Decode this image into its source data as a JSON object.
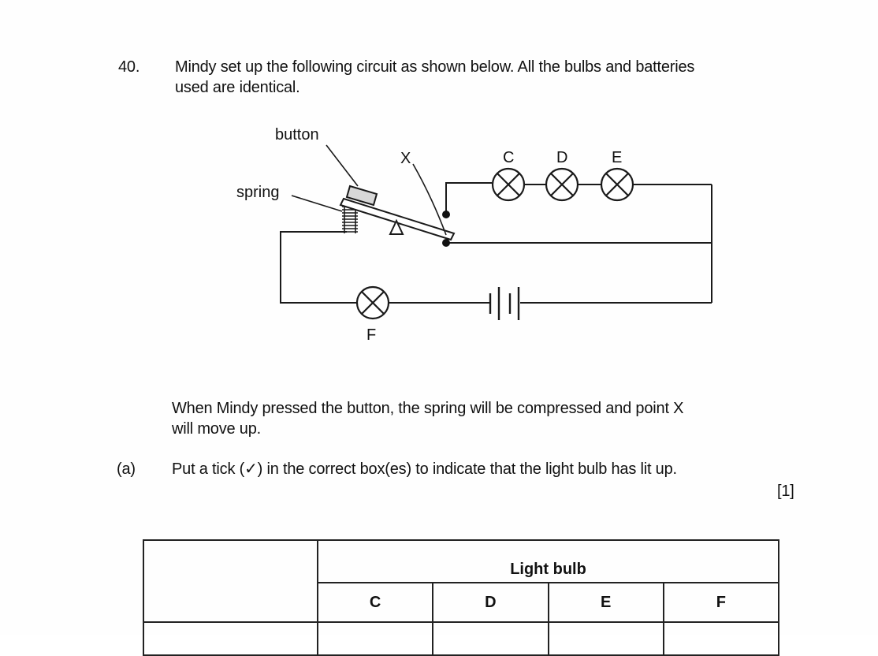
{
  "question": {
    "number": "40.",
    "intro_lines": [
      "Mindy set up the following circuit as shown below. All the bulbs and batteries",
      "used are identical."
    ],
    "diagram_labels": {
      "button": "button",
      "spring": "spring",
      "point_x": "X",
      "bulb_c": "C",
      "bulb_d": "D",
      "bulb_e": "E",
      "bulb_f": "F"
    },
    "description_lines": [
      "When Mindy pressed the button, the spring will be compressed and point X",
      "will move up."
    ],
    "part_a": {
      "label": "(a)",
      "instruction": "Put a tick (✓) in the correct box(es) to indicate that the light bulb has lit up.",
      "marks": "[1]"
    },
    "table": {
      "group_header": "Light bulb",
      "columns": [
        "C",
        "D",
        "E",
        "F"
      ]
    }
  }
}
